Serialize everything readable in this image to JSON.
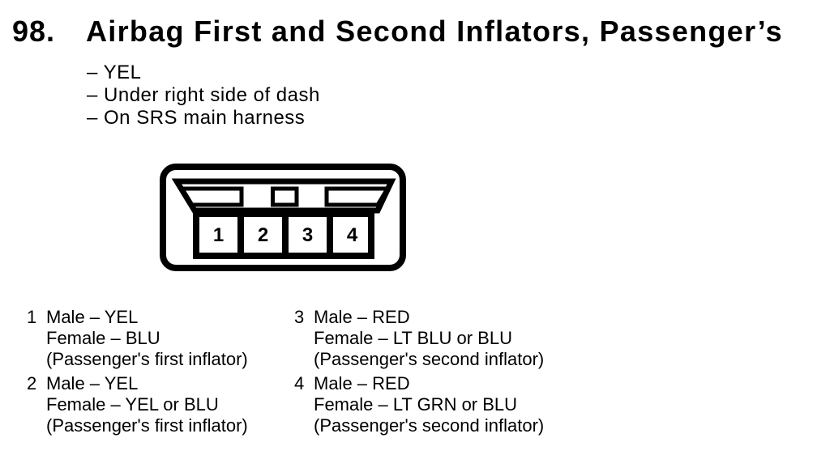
{
  "page": {
    "item_number": "98.",
    "title": "Airbag First and Second Inflators, Passenger’s",
    "details": [
      "– YEL",
      "– Under right side of dash",
      "– On SRS main harness"
    ]
  },
  "connector": {
    "pins": [
      "1",
      "2",
      "3",
      "4"
    ]
  },
  "pin_descriptions": [
    {
      "pin": "1",
      "lines": [
        "Male – YEL",
        "Female – BLU",
        "(Passenger's first inflator)"
      ]
    },
    {
      "pin": "2",
      "lines": [
        "Male – YEL",
        "Female – YEL or BLU",
        "(Passenger's first inflator)"
      ]
    },
    {
      "pin": "3",
      "lines": [
        "Male – RED",
        "Female – LT BLU or BLU",
        "(Passenger's second inflator)"
      ]
    },
    {
      "pin": "4",
      "lines": [
        "Male – RED",
        "Female – LT GRN or BLU",
        "(Passenger's second inflator)"
      ]
    }
  ],
  "colors": {
    "ink": "#000000",
    "background": "#ffffff"
  }
}
